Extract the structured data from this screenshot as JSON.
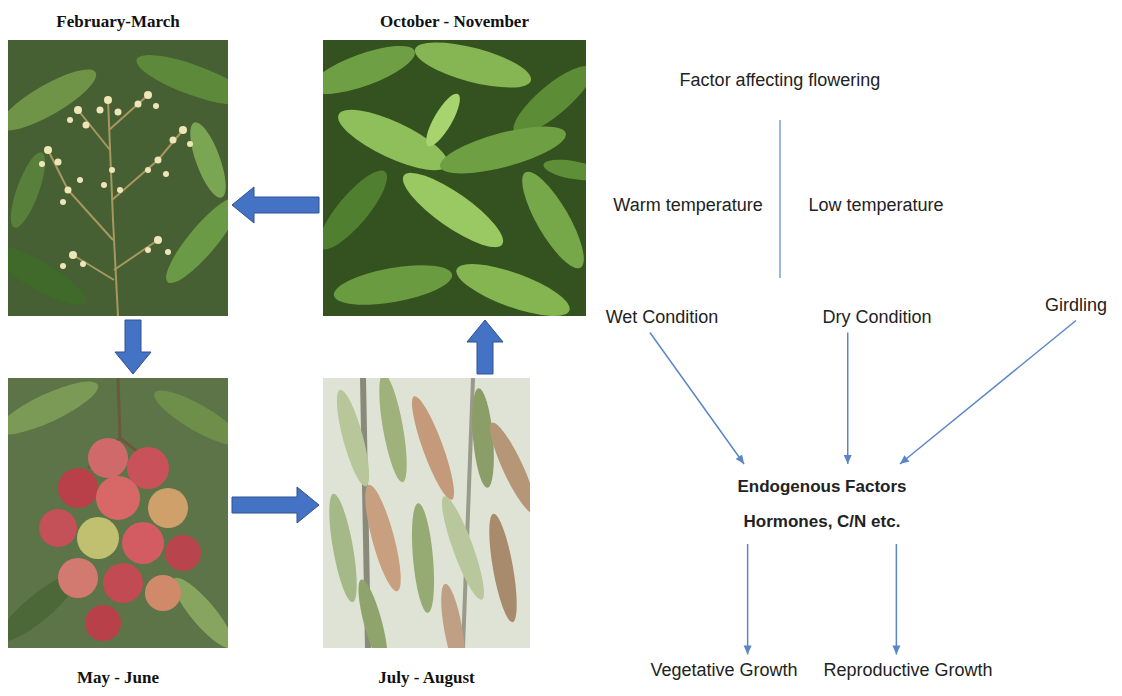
{
  "diagram": {
    "nodes": [
      {
        "text": [
          "February-March"
        ]
      },
      {
        "text": [
          "October - November"
        ]
      },
      {
        "text": [
          "May - June"
        ]
      },
      {
        "text": [
          "July - August"
        ]
      },
      {
        "text": [
          "Wet Condition"
        ]
      },
      {
        "text": [
          "Dry Condition"
        ]
      },
      {
        "text": [
          "Girdling"
        ]
      },
      {
        "text": [
          "Endogenous Factors",
          "Hormones, C/N etc."
        ]
      },
      {
        "text": [
          "Vegetative Growth"
        ]
      },
      {
        "text": [
          "Reproductive Growth"
        ]
      }
    ],
    "edges": [
      {
        "from": 1,
        "to": 0,
        "arrow": "to"
      },
      {
        "from": 0,
        "to": 2,
        "arrow": "to"
      },
      {
        "from": 2,
        "to": 3,
        "arrow": "to"
      },
      {
        "from": 3,
        "to": 1,
        "arrow": "to"
      },
      {
        "from": 4,
        "to": 7,
        "arrow": "to"
      },
      {
        "from": 5,
        "to": 7,
        "arrow": "to"
      },
      {
        "from": 6,
        "to": 7,
        "arrow": "to"
      },
      {
        "from": 7,
        "to": 8,
        "arrow": "to"
      },
      {
        "from": 7,
        "to": 9,
        "arrow": "to"
      }
    ],
    "labels": [
      "Factor affecting flowering",
      "Warm temperature",
      "Low temperature"
    ]
  }
}
